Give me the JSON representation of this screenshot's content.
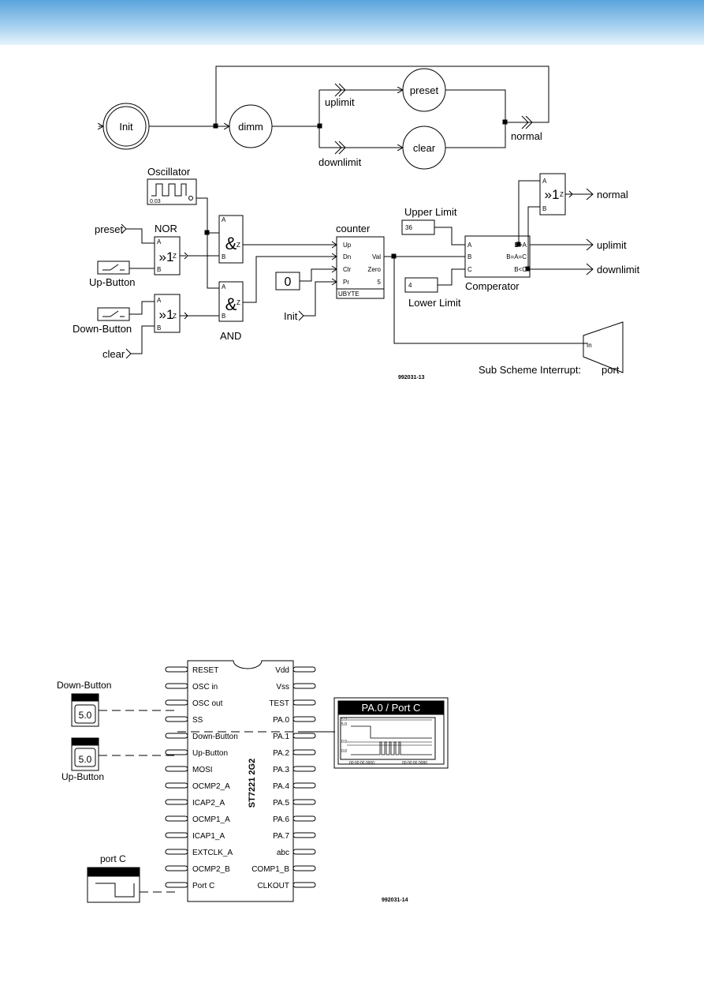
{
  "state_diagram": {
    "init": "Init",
    "dimm": "dimm",
    "preset": "preset",
    "clear": "clear",
    "uplimit": "uplimit",
    "downlimit": "downlimit",
    "normal": "normal"
  },
  "logic": {
    "oscillator_label": "Oscillator",
    "oscillator_value": "0.03",
    "preset_in": "preset",
    "nor_label": "NOR",
    "or_symbol": "»1",
    "and_symbol": "&",
    "and_label": "AND",
    "up_button": "Up-Button",
    "down_button": "Down-Button",
    "clear_in": "clear",
    "counter_label": "counter",
    "counter_up": "Up",
    "counter_dn": "Dn",
    "counter_clr": "Clr",
    "counter_pr": "Pr",
    "counter_val": "Val",
    "counter_zero": "Zero",
    "counter_five": "5",
    "counter_type": "UBYTE",
    "zero_const": "0",
    "init_in": "Init",
    "upper_limit_label": "Upper Limit",
    "upper_limit_value": "36",
    "lower_limit_label": "Lower Limit",
    "lower_limit_value": "4",
    "comparator_label": "Comperator",
    "comp_a": "A",
    "comp_b": "B",
    "comp_c": "C",
    "comp_gt": "B>A",
    "comp_eq": "B=A=C",
    "comp_lt": "B<C",
    "out_normal": "normal",
    "out_uplimit": "uplimit",
    "out_downlimit": "downlimit",
    "sub_scheme_label": "Sub Scheme Interrupt:",
    "port_label": "port",
    "port_in": "In",
    "pin_a": "A",
    "pin_b": "B",
    "pin_z": "Z",
    "figure_id": "992031-13"
  },
  "chip": {
    "name": "ST7221 2G2",
    "left_pins": [
      "RESET",
      "OSC in",
      "OSC out",
      "SS",
      "Down-Button",
      "Up-Button",
      "MOSI",
      "OCMP2_A",
      "ICAP2_A",
      "OCMP1_A",
      "ICAP1_A",
      "EXTCLK_A",
      "OCMP2_B",
      "Port C"
    ],
    "right_pins": [
      "Vdd",
      "Vss",
      "TEST",
      "PA.0",
      "PA.1",
      "PA.2",
      "PA.3",
      "PA.4",
      "PA.5",
      "PA.6",
      "PA.7",
      "abc",
      "COMP1_B",
      "CLKOUT"
    ],
    "down_button_label": "Down-Button",
    "down_button_value": "5.0",
    "up_button_label": "Up-Button",
    "up_button_value": "5.0",
    "portc_label": "port C",
    "scope_title": "PA.0 / Port C",
    "scope_y_top1": "5.0",
    "scope_y_top2": "5.0",
    "scope_y_bot1": "0.0",
    "scope_y_bot2": "0.0",
    "scope_t_start": "00:00:00.0000",
    "scope_t_end": "00:00:00.0080",
    "figure_id": "992031-14"
  }
}
